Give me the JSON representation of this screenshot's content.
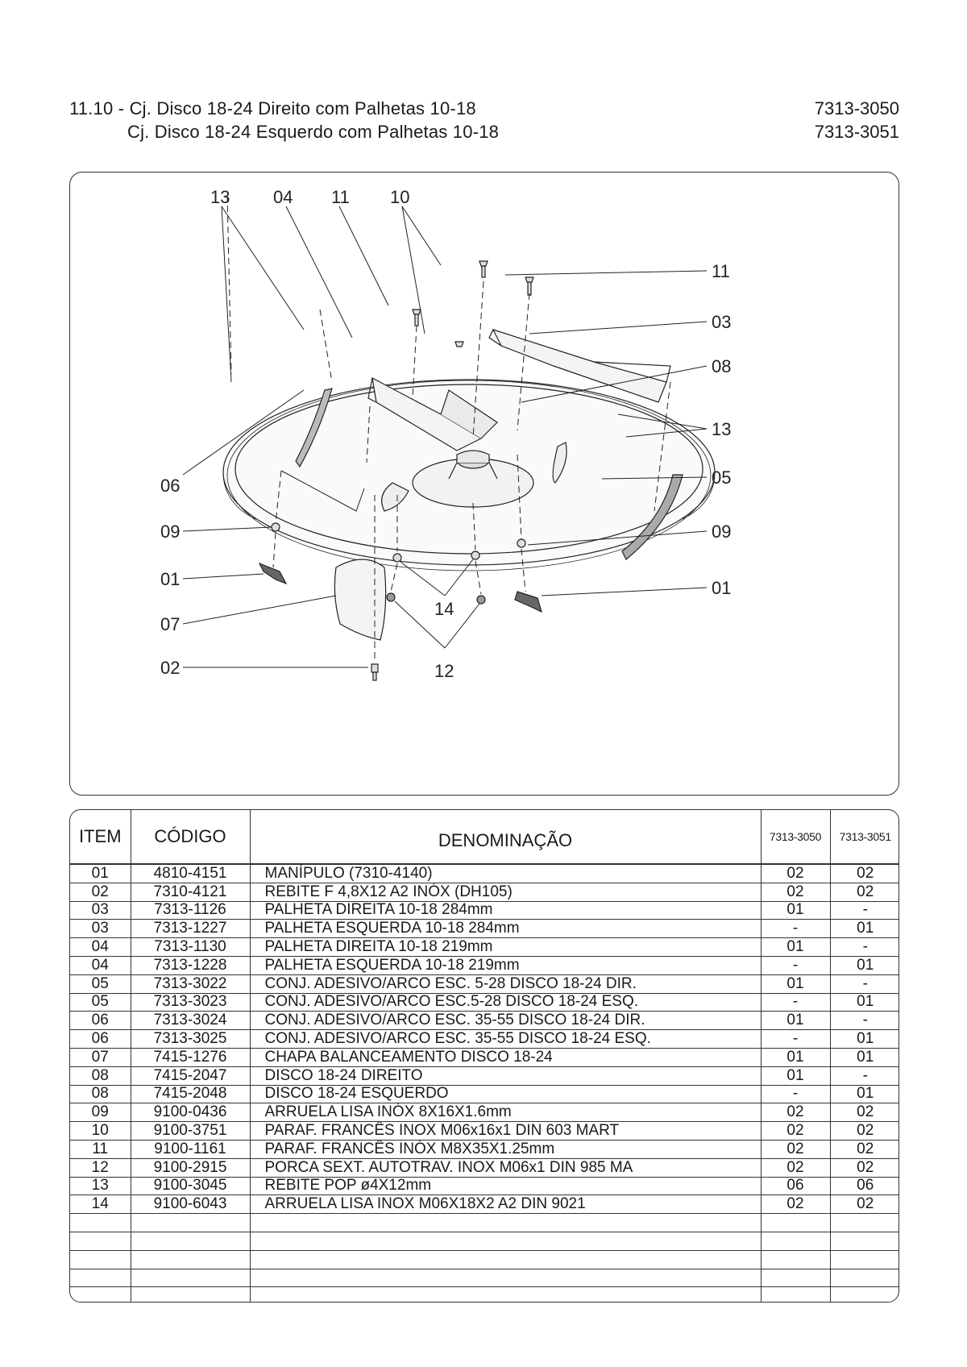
{
  "header": {
    "line1": "11.10 - Cj. Disco 18-24 Direito com Palhetas 10-18",
    "line2": "Cj. Disco 18-24 Esquerdo com Palhetas 10-18",
    "code1": "7313-3050",
    "code2": "7313-3051"
  },
  "diagram": {
    "callouts": {
      "top_13": "13",
      "top_04": "04",
      "top_11": "11",
      "top_10": "10",
      "r_11": "11",
      "r_03": "03",
      "r_08": "08",
      "r_13": "13",
      "r_05": "05",
      "r_09": "09",
      "r_01": "01",
      "l_06": "06",
      "l_09": "09",
      "l_01": "01",
      "l_07": "07",
      "l_02": "02",
      "b_14": "14",
      "b_12": "12"
    }
  },
  "table": {
    "headers": {
      "item": "ITEM",
      "code": "CÓDIGO",
      "denomination": "DENOMINAÇÃO",
      "col_a": "7313-3050",
      "col_b": "7313-3051"
    },
    "rows": [
      {
        "item": "01",
        "code": "4810-4151",
        "name": "MANÍPULO (7310-4140)",
        "a": "02",
        "b": "02"
      },
      {
        "item": "02",
        "code": "7310-4121",
        "name": "REBITE F 4,8X12 A2 INÓX (DH105)",
        "a": "02",
        "b": "02"
      },
      {
        "item": "03",
        "code": "7313-1126",
        "name": "PALHETA DIREITA 10-18 284mm",
        "a": "01",
        "b": "-"
      },
      {
        "item": "03",
        "code": "7313-1227",
        "name": "PALHETA ESQUERDA 10-18 284mm",
        "a": "-",
        "b": "01"
      },
      {
        "item": "04",
        "code": "7313-1130",
        "name": "PALHETA DIREITA 10-18 219mm",
        "a": "01",
        "b": "-"
      },
      {
        "item": "04",
        "code": "7313-1228",
        "name": "PALHETA ESQUERDA 10-18 219mm",
        "a": "-",
        "b": "01"
      },
      {
        "item": "05",
        "code": "7313-3022",
        "name": "CONJ. ADESIVO/ARCO ESC. 5-28 DISCO 18-24 DIR.",
        "a": "01",
        "b": "-"
      },
      {
        "item": "05",
        "code": "7313-3023",
        "name": "CONJ. ADESIVO/ARCO ESC.5-28 DISCO 18-24 ESQ.",
        "a": "-",
        "b": "01"
      },
      {
        "item": "06",
        "code": "7313-3024",
        "name": "CONJ. ADESIVO/ARCO ESC. 35-55 DISCO 18-24 DIR.",
        "a": "01",
        "b": "-"
      },
      {
        "item": "06",
        "code": "7313-3025",
        "name": "CONJ. ADESIVO/ARCO ESC. 35-55 DISCO 18-24 ESQ.",
        "a": "-",
        "b": "01"
      },
      {
        "item": "07",
        "code": "7415-1276",
        "name": "CHAPA BALANCEAMENTO DISCO 18-24",
        "a": "01",
        "b": "01"
      },
      {
        "item": "08",
        "code": "7415-2047",
        "name": "DISCO 18-24 DIREITO",
        "a": "01",
        "b": "-"
      },
      {
        "item": "08",
        "code": "7415-2048",
        "name": "DISCO 18-24 ESQUERDO",
        "a": "-",
        "b": "01"
      },
      {
        "item": "09",
        "code": "9100-0436",
        "name": "ARRUELA LISA INÓX 8X16X1.6mm",
        "a": "02",
        "b": "02"
      },
      {
        "item": "10",
        "code": "9100-3751",
        "name": "PARAF. FRANCÊS INOX M06x16x1 DIN 603 MART",
        "a": "02",
        "b": "02"
      },
      {
        "item": "11",
        "code": "9100-1161",
        "name": "PARAF. FRANCÊS INÓX M8X35X1.25mm",
        "a": "02",
        "b": "02"
      },
      {
        "item": "12",
        "code": "9100-2915",
        "name": "PORCA SEXT. AUTOTRAV. INOX M06x1 DIN 985 MA",
        "a": "02",
        "b": "02"
      },
      {
        "item": "13",
        "code": "9100-3045",
        "name": "REBITE POP ø4X12mm",
        "a": "06",
        "b": "06"
      },
      {
        "item": "14",
        "code": "9100-6043",
        "name": "ARRUELA LISA INOX M06X18X2 A2 DIN 9021",
        "a": "02",
        "b": "02"
      },
      {
        "item": "",
        "code": "",
        "name": "",
        "a": "",
        "b": ""
      },
      {
        "item": "",
        "code": "",
        "name": "",
        "a": "",
        "b": ""
      },
      {
        "item": "",
        "code": "",
        "name": "",
        "a": "",
        "b": ""
      },
      {
        "item": "",
        "code": "",
        "name": "",
        "a": "",
        "b": ""
      },
      {
        "item": "",
        "code": "",
        "name": "",
        "a": "",
        "b": ""
      },
      {
        "item": "",
        "code": "",
        "name": "",
        "a": "",
        "b": ""
      }
    ]
  }
}
